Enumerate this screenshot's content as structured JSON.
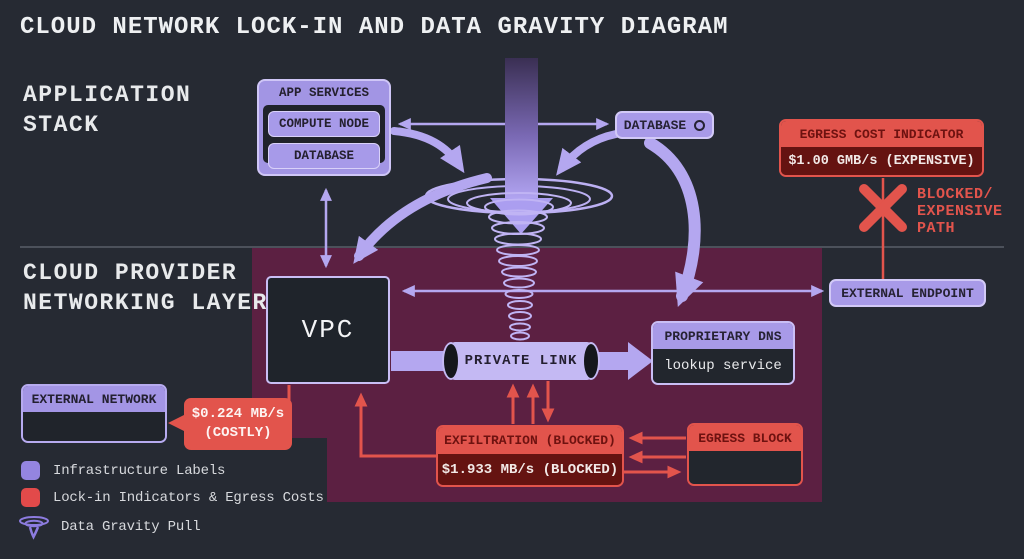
{
  "title": "CLOUD NETWORK LOCK-IN AND DATA GRAVITY DIAGRAM",
  "layers": {
    "application_stack": "APPLICATION\nSTACK",
    "cloud_provider": "CLOUD PROVIDER\nNETWORKING LAYER"
  },
  "nodes": {
    "app_services": {
      "title": "APP SERVICES",
      "compute_node": "COMPUTE NODE",
      "database": "DATABASE"
    },
    "database_node": {
      "label": "DATABASE"
    },
    "egress_cost": {
      "title": "EGRESS COST INDICATOR",
      "value": "$1.00 GMB/s (EXPENSIVE)"
    },
    "blocked_path_label": "BLOCKED/\nEXPENSIVE\nPATH",
    "external_endpoint": {
      "label": "EXTERNAL ENDPOINT"
    },
    "vpc": {
      "label": "VPC"
    },
    "private_link": {
      "label": "PRIVATE LINK"
    },
    "proprietary_dns": {
      "title": "PROPRIETARY DNS",
      "value": "lookup service"
    },
    "external_network": {
      "title": "EXTERNAL NETWORK"
    },
    "costly": {
      "value": "$0.224 MB/s\n(COSTLY)"
    },
    "exfiltration": {
      "title": "EXFILTRATION (BLOCKED)",
      "value": "$1.933 MB/s (BLOCKED)"
    },
    "egress_block": {
      "title": "EGRESS BLOCK"
    }
  },
  "legend": {
    "items": [
      {
        "swatch": "infrastructure-purple",
        "label": "Infrastructure Labels"
      },
      {
        "swatch": "lockin-red",
        "label": "Lock-in Indicators & Egress Costs"
      },
      {
        "swatch": "vortex-icon",
        "label": "Data Gravity Pull"
      }
    ]
  },
  "colors": {
    "background": "#262a33",
    "networking_layer_region": "#5c2042",
    "infrastructure_purple": "#a89ae8",
    "arrow_purple": "#b4a7f0",
    "lockin_red": "#e2544c",
    "dark_panel": "#20242b"
  }
}
